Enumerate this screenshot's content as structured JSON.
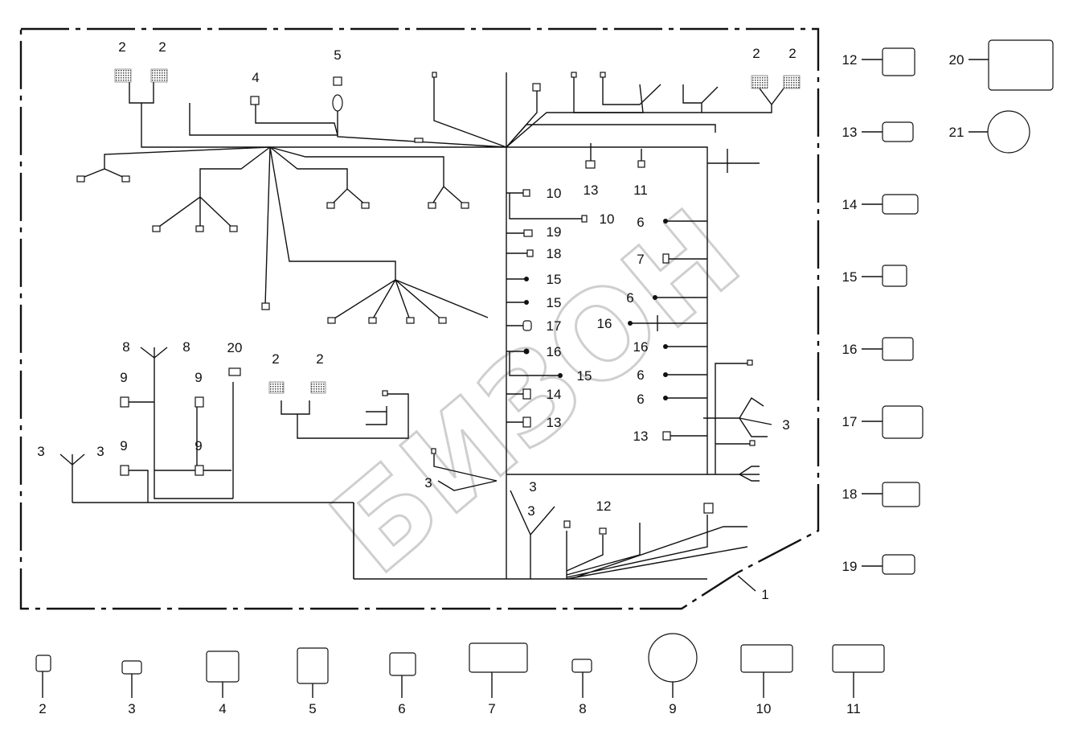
{
  "watermark": "БИЗОН",
  "diagram_callouts": {
    "main": [
      "2",
      "2",
      "4",
      "5",
      "2",
      "2",
      "13",
      "11",
      "10",
      "10",
      "6",
      "19",
      "18",
      "7",
      "15",
      "6",
      "15",
      "16",
      "17",
      "8",
      "8",
      "20",
      "16",
      "16",
      "2",
      "2",
      "9",
      "9",
      "6",
      "15",
      "14",
      "6",
      "13",
      "3",
      "13",
      "3",
      "3",
      "9",
      "9",
      "3",
      "3",
      "3",
      "12",
      "1"
    ],
    "side_parts": [
      "12",
      "20",
      "13",
      "21",
      "14",
      "15",
      "16",
      "17",
      "18",
      "19"
    ],
    "bottom_parts": [
      "2",
      "3",
      "4",
      "5",
      "6",
      "7",
      "8",
      "9",
      "10",
      "11"
    ]
  }
}
